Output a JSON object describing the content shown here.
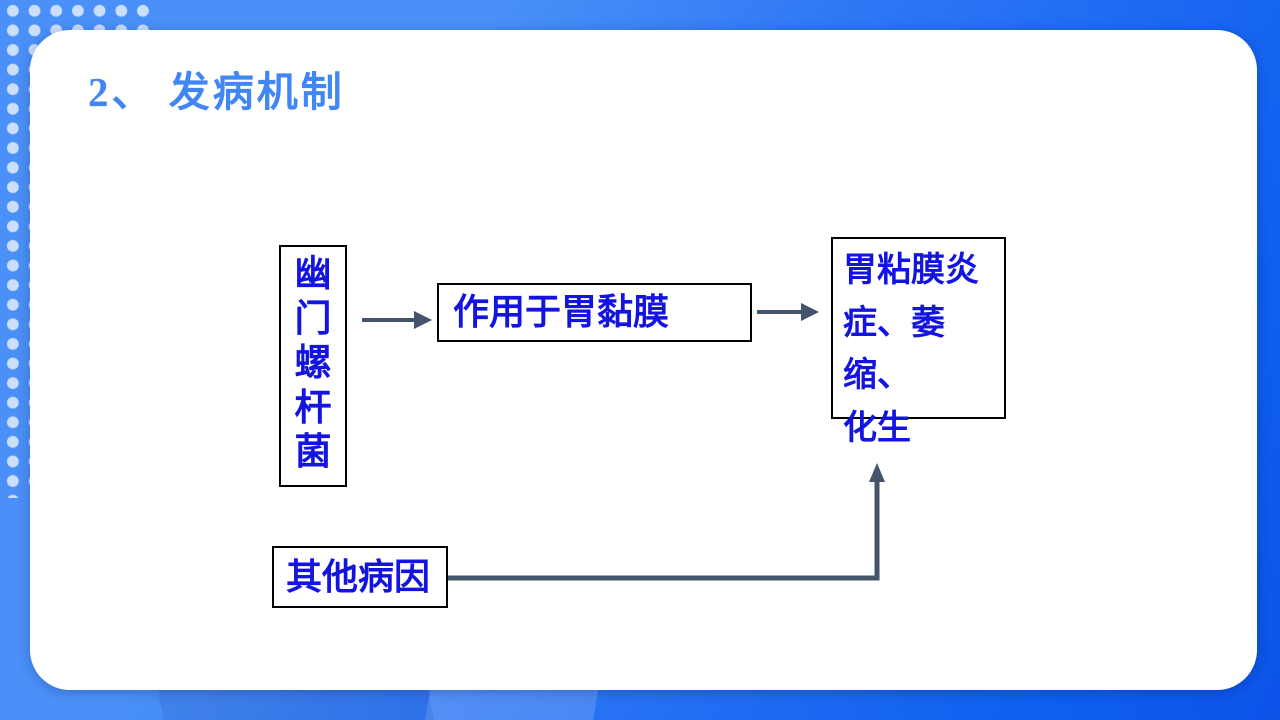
{
  "colors": {
    "accent": "#4186F5",
    "node-text": "#1414E0",
    "node-border": "#000000",
    "connector": "#44546A",
    "bg-light": "#4A90F8",
    "bg-dark": "#0E5FF0",
    "dot": "#CBDEFA",
    "card-bg": "#FFFFFF"
  },
  "slide": {
    "title": "2、 发病机制"
  },
  "diagram": {
    "hp_box": {
      "label": "幽门螺杆菌"
    },
    "action_box": {
      "label": "作用于胃黏膜"
    },
    "result_box": {
      "lines": [
        "胃粘膜炎",
        "症、萎缩、",
        "化生"
      ]
    },
    "other_box": {
      "label": "其他病因"
    }
  }
}
